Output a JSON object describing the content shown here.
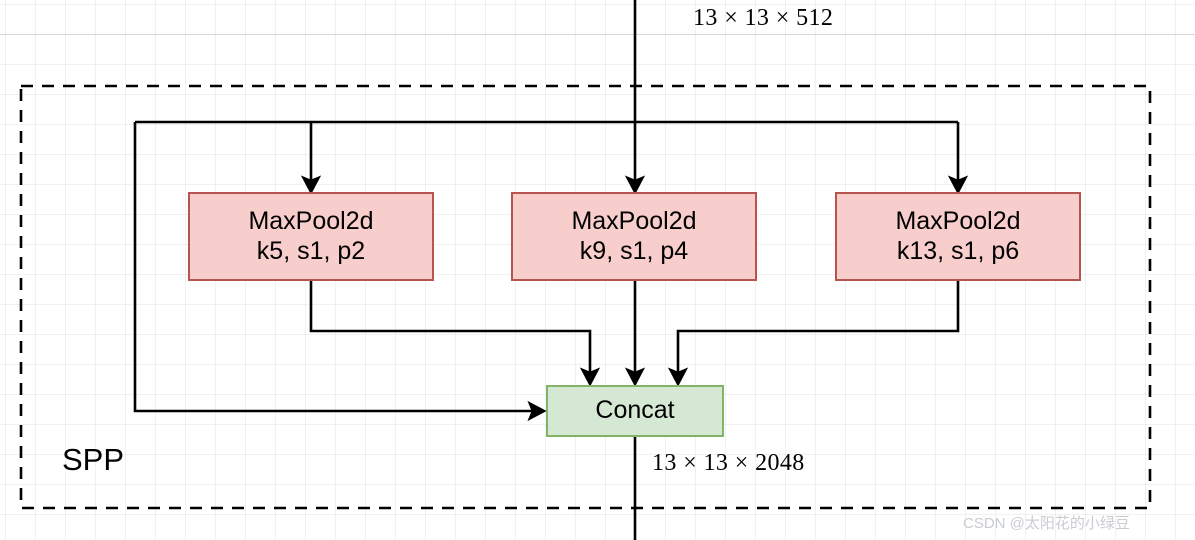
{
  "diagram": {
    "title": "SPP",
    "group_label": "SPP",
    "input_tensor_label": "13 × 13 × 512",
    "output_tensor_label": "13 × 13 × 2048",
    "colors": {
      "pool_fill": "#f8cecc",
      "pool_stroke": "#b85450",
      "concat_fill": "#d5e8d4",
      "concat_stroke": "#82b366",
      "edge": "#000000",
      "group_border": "#000000",
      "grid": "#e8e8e8",
      "watermark": "#c9ccd1"
    },
    "nodes": [
      {
        "id": "pool5",
        "line1": "MaxPool2d",
        "line2": "k5, s1, p2"
      },
      {
        "id": "pool9",
        "line1": "MaxPool2d",
        "line2": "k9, s1, p4"
      },
      {
        "id": "pool13",
        "line1": "MaxPool2d",
        "line2": "k13, s1, p6"
      },
      {
        "id": "concat",
        "line1": "Concat",
        "line2": ""
      }
    ]
  },
  "watermark": {
    "text": "CSDN @太阳花的小绿豆"
  }
}
